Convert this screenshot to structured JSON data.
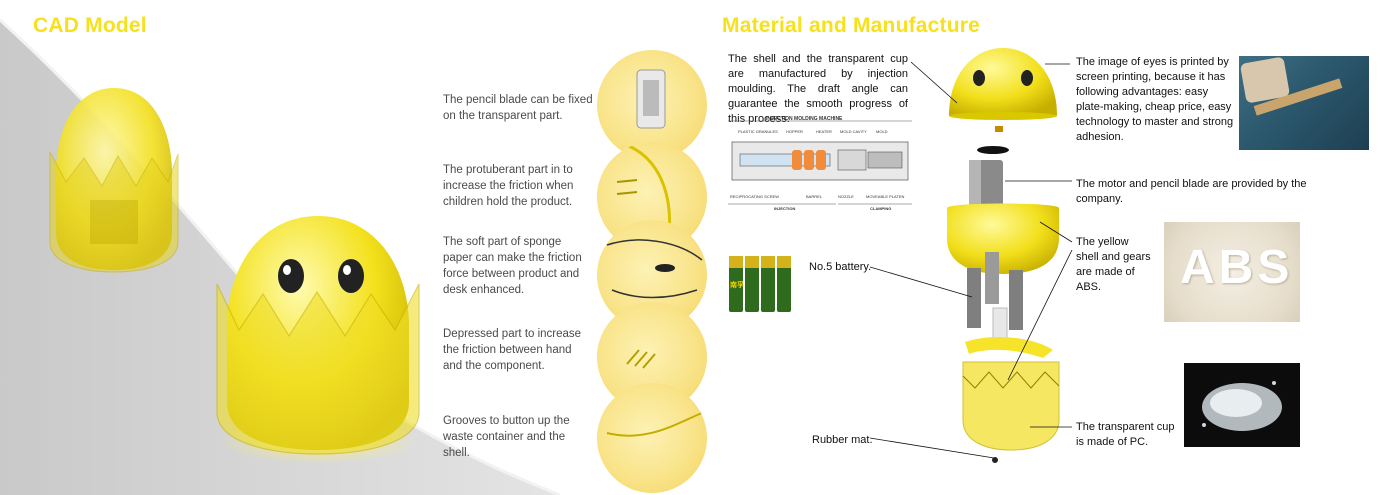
{
  "left": {
    "title": "CAD Model",
    "features": [
      "The pencil blade can be fixed on the transparent part.",
      "The protuberant part in to increase the friction when children hold the product.",
      "The soft part of sponge paper can make the friction force between product and desk enhanced.",
      "Depressed part to increase the friction between hand and the component.",
      "Grooves to button up the waste container and the shell."
    ]
  },
  "right": {
    "title": "Material and Manufacture",
    "intro": "The shell and the transparent cup are manufactured by injection moulding. The draft angle can guarantee the smooth progress of this process.",
    "diagram": {
      "title": "INJECTION MOLDING MACHINE",
      "labels": {
        "granules": "PLASTIC GRANULES",
        "hopper": "HOPPER",
        "heater": "HEATER",
        "mold_cavity": "MOLD CAVITY",
        "mold": "MOLD",
        "screw": "RECIPROCATING SCREW",
        "barrel": "BARREL",
        "nozzle": "NOZZLE",
        "platen": "MOVEABLE PLATEN",
        "injection": "INJECTION",
        "clamping": "CLAMPING"
      }
    },
    "battery_label": "No.5 battery.",
    "battery_brand": "南孚",
    "rubber_label": "Rubber mat.",
    "callouts": {
      "eyes": "The image of eyes is printed by screen printing, because it has following advantages: easy plate-making, cheap price, easy technology to master and strong adhesion.",
      "motor": "The motor and pencil blade are provided by the company.",
      "abs": "The yellow shell and gears are made of ABS.",
      "pc": "The transparent cup is made of PC."
    },
    "abs_photo_text": "ABS"
  },
  "colors": {
    "accent": "#f7e11e",
    "yellow_body": "#f4e02a"
  }
}
